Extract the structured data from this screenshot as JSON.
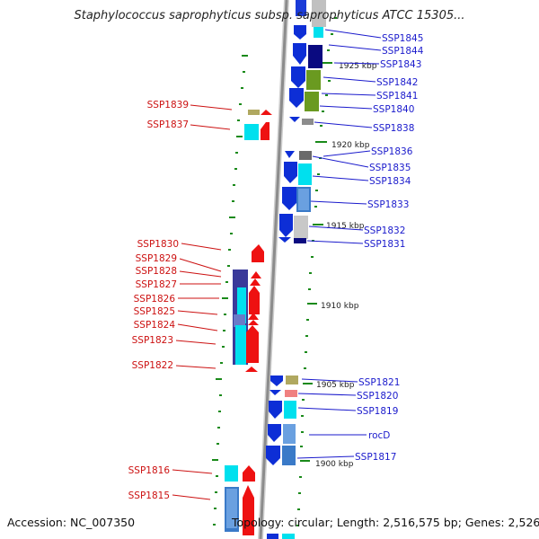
{
  "title": "Staphylococcus saprophyticus subsp. saprophyticus ATCC 15305...",
  "footer": {
    "accession": "Accession: NC_007350",
    "summary": "Topology: circular; Length: 2,516,575 bp; Genes: 2,526"
  },
  "colors": {
    "forward_label": "#1a1acc",
    "reverse_label": "#cc1111",
    "backbone": "#999999",
    "tick": "#1a8a1a"
  },
  "forward_genes": [
    {
      "name": "SSP1845"
    },
    {
      "name": "SSP1844"
    },
    {
      "name": "SSP1843"
    },
    {
      "name": "SSP1842"
    },
    {
      "name": "SSP1841"
    },
    {
      "name": "SSP1840"
    },
    {
      "name": "SSP1838"
    },
    {
      "name": "SSP1836"
    },
    {
      "name": "SSP1835"
    },
    {
      "name": "SSP1834"
    },
    {
      "name": "SSP1833"
    },
    {
      "name": "SSP1832"
    },
    {
      "name": "SSP1831"
    },
    {
      "name": "SSP1821"
    },
    {
      "name": "SSP1820"
    },
    {
      "name": "SSP1819"
    },
    {
      "name": "rocD"
    },
    {
      "name": "SSP1817"
    }
  ],
  "reverse_genes": [
    {
      "name": "SSP1839"
    },
    {
      "name": "SSP1837"
    },
    {
      "name": "SSP1830"
    },
    {
      "name": "SSP1829"
    },
    {
      "name": "SSP1828"
    },
    {
      "name": "SSP1827"
    },
    {
      "name": "SSP1826"
    },
    {
      "name": "SSP1825"
    },
    {
      "name": "SSP1824"
    },
    {
      "name": "SSP1823"
    },
    {
      "name": "SSP1822"
    },
    {
      "name": "SSP1816"
    },
    {
      "name": "SSP1815"
    }
  ],
  "kbp_labels": [
    "1925 kbp",
    "1920 kbp",
    "1915 kbp",
    "1910 kbp",
    "1905 kbp",
    "1900 kbp"
  ]
}
